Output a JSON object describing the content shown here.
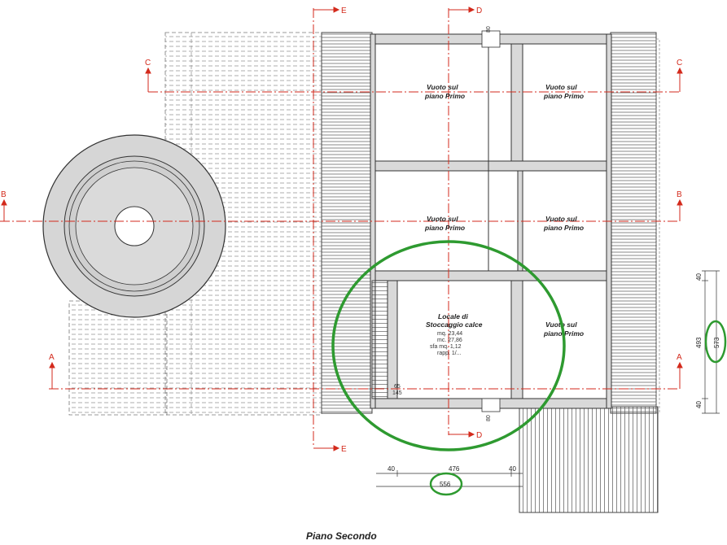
{
  "drawing": {
    "title": "Piano Secondo",
    "colors": {
      "section_line": "#d32a1c",
      "highlight": "#2e9a30",
      "wall_fill": "#d9d9d9"
    },
    "rooms": [
      {
        "line1": "Vuoto sul",
        "line2": "piano Primo"
      },
      {
        "line1": "Vuoto sul",
        "line2": "piano Primo"
      },
      {
        "line1": "Vuoto sul",
        "line2": "piano Primo"
      },
      {
        "line1": "Vuoto sul",
        "line2": "piano Primo"
      },
      {
        "line1": "Vuoto sul",
        "line2": "piano Primo"
      }
    ],
    "storage_room": {
      "line1": "Locale di",
      "line2": "Stoccaggio calce",
      "info": [
        "mq. 23,44",
        "mc. 27,86",
        "sfa mq. 1,12",
        "rapp. 1/..."
      ]
    },
    "sections": {
      "a": "A",
      "b": "B",
      "c": "C",
      "d": "D",
      "e": "E"
    },
    "dimensions": {
      "right_top": "40",
      "right_mid": "493",
      "right_bottom": "40",
      "right_total": "573",
      "bottom_left": "40",
      "bottom_mid": "476",
      "bottom_right": "40",
      "bottom_total": "556",
      "door_small_top": "80",
      "door_small_bottom": "80",
      "stair_1": "65",
      "stair_2": "145"
    }
  }
}
